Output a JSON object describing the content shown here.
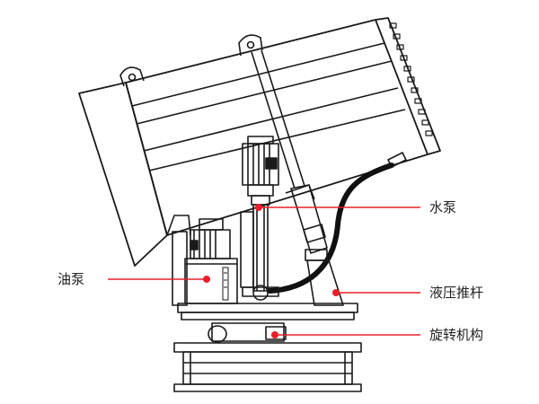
{
  "labels": {
    "water_pump": "水泵",
    "oil_pump": "油泵",
    "hydraulic_cylinder": "液压推杆",
    "rotation_mechanism": "旋转机构"
  },
  "colors": {
    "leader": "#e8202a",
    "marker": "#e8202a",
    "outline": "#1a1a1a",
    "hose": "#111111"
  }
}
